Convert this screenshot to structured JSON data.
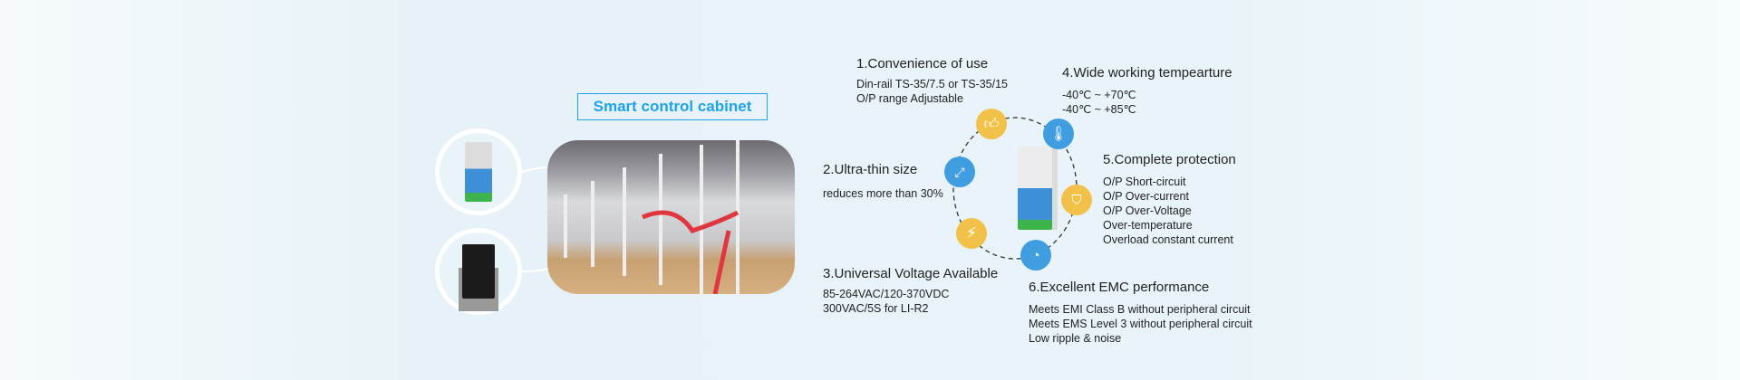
{
  "scene_label": "Smart control cabinet",
  "features": [
    {
      "title": "1.Convenience of use",
      "lines": [
        "Din-rail TS-35/7.5 or TS-35/15",
        "O/P range Adjustable"
      ],
      "icon": "thumbs-up-icon"
    },
    {
      "title": "2.Ultra-thin size",
      "lines": [
        "reduces more than 30%"
      ],
      "icon": "expand-icon"
    },
    {
      "title": "3.Universal Voltage Available",
      "lines": [
        "85-264VAC/120-370VDC",
        "300VAC/5S for LI-R2"
      ],
      "icon": "lightning-icon"
    },
    {
      "title": "4.Wide working tempearture",
      "lines": [
        "-40℃ ~ +70℃",
        "-40℃ ~ +85℃"
      ],
      "icon": "thermometer-icon"
    },
    {
      "title": "5.Complete protection",
      "lines": [
        "O/P Short-circuit",
        "O/P Over-current",
        "O/P Over-Voltage",
        "Over-temperature",
        "Overload constant current"
      ],
      "icon": "shield-check-icon"
    },
    {
      "title": "6.Excellent EMC performance",
      "lines": [
        "Meets EMI Class B without peripheral circuit",
        "Meets EMS Level 3 without peripheral circuit",
        "Low ripple & noise"
      ],
      "icon": "gauge-icon"
    }
  ],
  "colors": {
    "accent": "#1fa3e8",
    "yellow": "#f2c14a",
    "blue": "#3f9de0"
  }
}
